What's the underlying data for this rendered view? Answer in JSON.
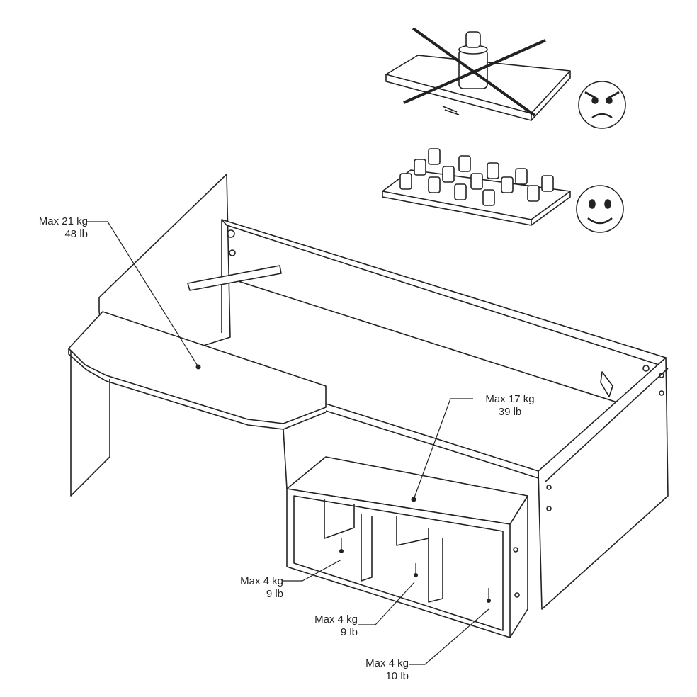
{
  "labels": {
    "desk": {
      "kg": "Max 21 kg",
      "lb": "48 lb"
    },
    "shelf_top": {
      "kg": "Max 17 kg",
      "lb": "39 lb"
    },
    "cubby_left": {
      "kg": "Max 4 kg",
      "lb": "9 lb"
    },
    "cubby_middle": {
      "kg": "Max 4 kg",
      "lb": "9 lb"
    },
    "cubby_right": {
      "kg": "Max 4 kg",
      "lb": "10 lb"
    }
  },
  "icons": {
    "wrong_load": "concentrated-weight-crossed-icon",
    "right_load": "distributed-weights-icon",
    "angry_face": "angry-face-icon",
    "happy_face": "happy-face-icon"
  }
}
